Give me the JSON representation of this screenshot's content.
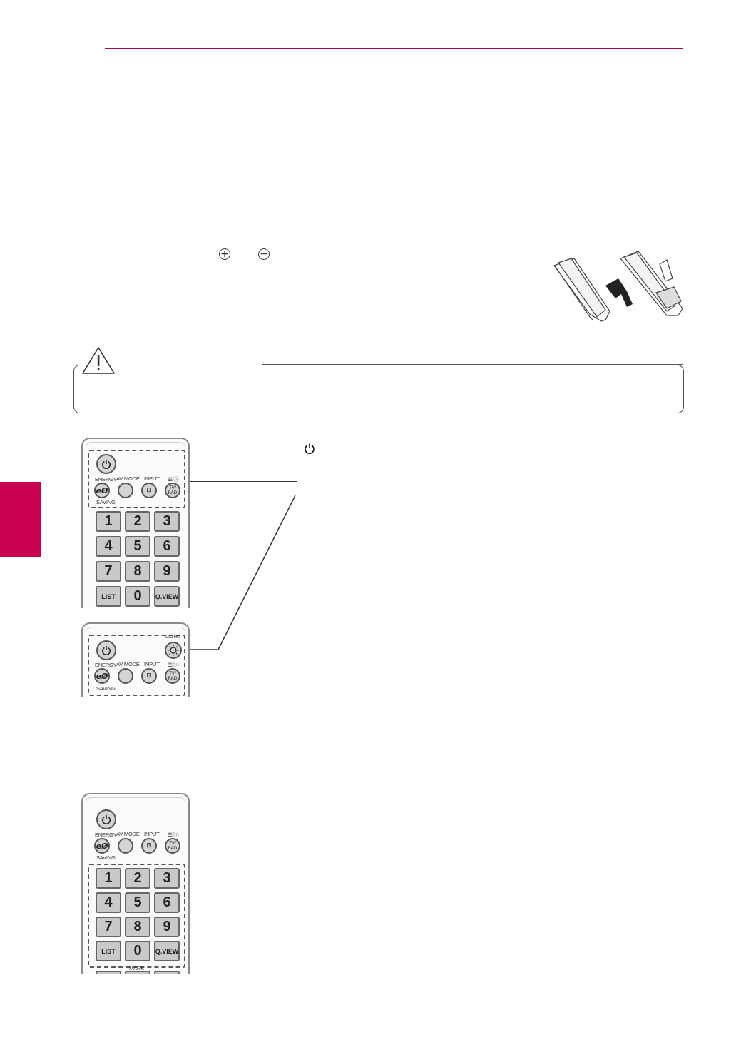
{
  "polarity": {
    "plus": "+",
    "minus": "−"
  },
  "remote_top": {
    "energy_label": "ENERGY",
    "saving_label": "SAVING",
    "avmode_label": "AV MODE",
    "input_label": "INPUT",
    "tvrad_top_label": "☰/ⓘ",
    "tvrad_btn": "TV/ RAD",
    "keys": [
      "1",
      "2",
      "3",
      "4",
      "5",
      "6",
      "7",
      "8",
      "9",
      "LIST",
      "0",
      "Q.VIEW"
    ]
  },
  "remote_mid": {
    "light_label": "LIGHT",
    "energy_label": "ENERGY",
    "saving_label": "SAVING",
    "avmode_label": "AV MODE",
    "input_label": "INPUT",
    "tvrad_top_label": "☰/ⓘ",
    "tvrad_btn": "TV/ RAD"
  },
  "remote_bottom": {
    "energy_label": "ENERGY",
    "saving_label": "SAVING",
    "avmode_label": "AV MODE",
    "input_label": "INPUT",
    "tvrad_top_label": "☰/ⓘ",
    "tvrad_btn": "TV/ RAD",
    "keys": [
      "1",
      "2",
      "3",
      "4",
      "5",
      "6",
      "7",
      "8",
      "9",
      "LIST",
      "0",
      "Q.VIEW"
    ],
    "mark_label": "MARK"
  },
  "colors": {
    "accent": "#c8004f"
  },
  "icons": [
    "warning-triangle-icon",
    "power-icon",
    "energy-saving-icon",
    "input-icon",
    "light-bulb-icon"
  ]
}
